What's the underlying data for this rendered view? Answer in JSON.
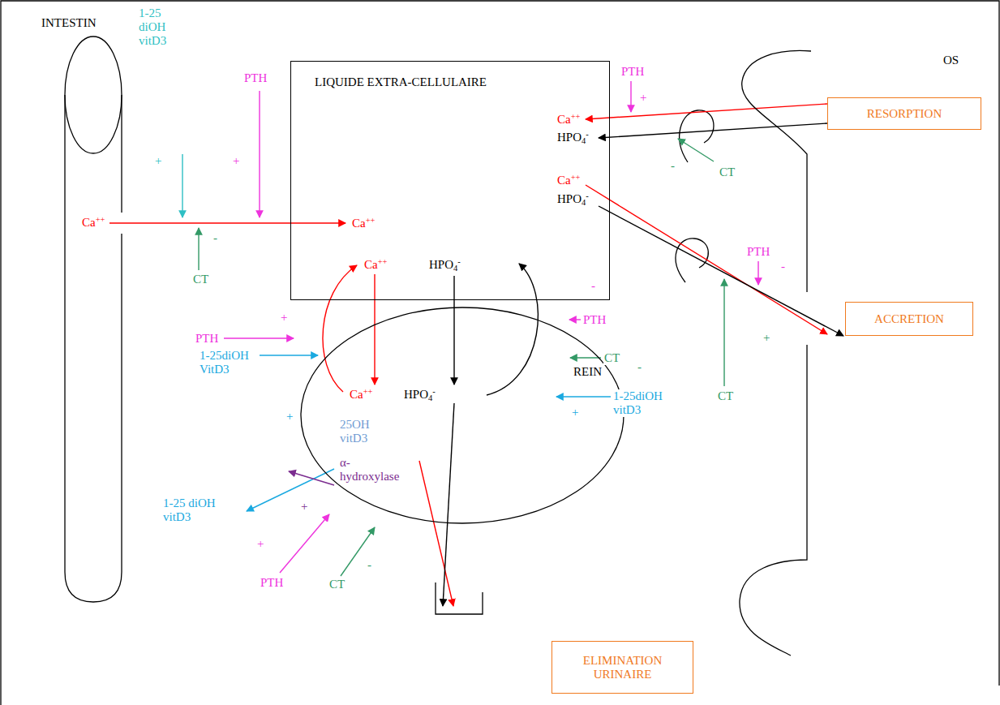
{
  "diagram": {
    "nodes": [
      {
        "text": [
          "INTESTIN",
          "Ca++"
        ]
      },
      {
        "text": [
          "LIQUIDE EXTRA-CELLULAIRE",
          "Ca++",
          "HPO4-",
          "Ca++",
          "HPO4-",
          "Ca++",
          "Ca++",
          "HPO4-"
        ]
      },
      {
        "text": [
          "OS"
        ]
      },
      {
        "text": [
          "RESORPTION"
        ]
      },
      {
        "text": [
          "ACCRETION"
        ]
      },
      {
        "text": [
          "Ca++",
          "HPO4-",
          "25OH vitD3",
          "α-hydroxylase",
          "REIN"
        ]
      },
      {
        "text": [
          "ELIMINATION URINAIRE"
        ]
      }
    ],
    "edges": [
      {
        "from": 0,
        "to": 1,
        "arrow": "to"
      },
      {
        "from": 3,
        "to": 1,
        "arrow": "to"
      },
      {
        "from": 3,
        "to": 1,
        "arrow": "to"
      },
      {
        "from": 1,
        "to": 4,
        "arrow": "to"
      },
      {
        "from": 1,
        "to": 4,
        "arrow": "to"
      },
      {
        "from": 1,
        "to": 5,
        "arrow": "to"
      },
      {
        "from": 1,
        "to": 5,
        "arrow": "to"
      },
      {
        "from": 5,
        "to": 1,
        "arrow": "to"
      },
      {
        "from": 5,
        "to": 1,
        "arrow": "to"
      }
    ],
    "labels": [
      "1-25 diOH vitD3",
      "+",
      "PTH",
      "+",
      "CT",
      "-",
      "PTH",
      "+",
      "CT",
      "-",
      "PTH",
      "-",
      "CT",
      "+",
      "+",
      "PTH",
      "1-25diOH VitD3",
      "+",
      "-",
      "PTH",
      "CT",
      "-",
      "1-25diOH vitD3",
      "+",
      "1-25 diOH vitD3",
      "+",
      "+",
      "PTH",
      "CT",
      "-"
    ]
  }
}
